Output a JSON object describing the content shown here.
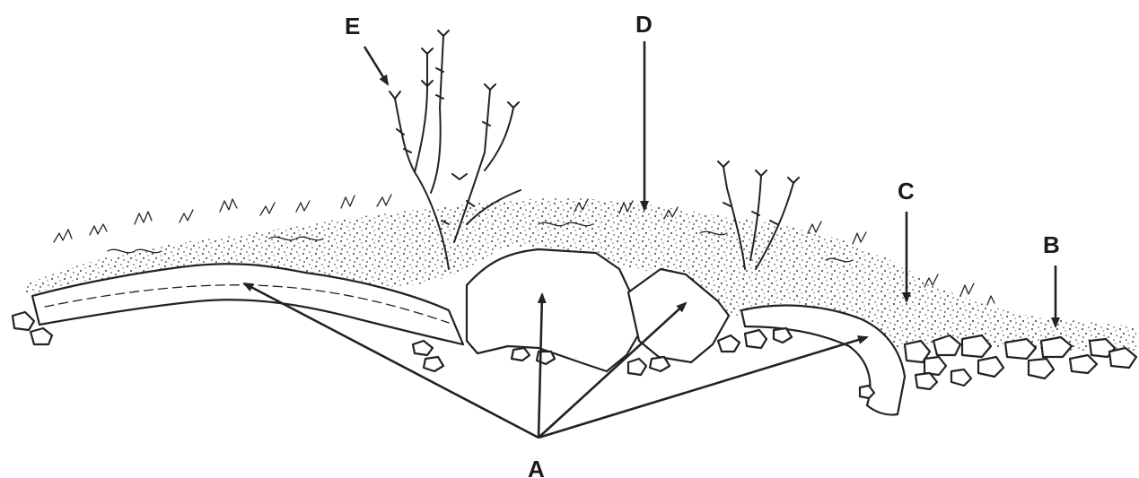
{
  "diagram": {
    "labels": {
      "A": "A",
      "B": "B",
      "C": "C",
      "D": "D",
      "E": "E"
    }
  }
}
